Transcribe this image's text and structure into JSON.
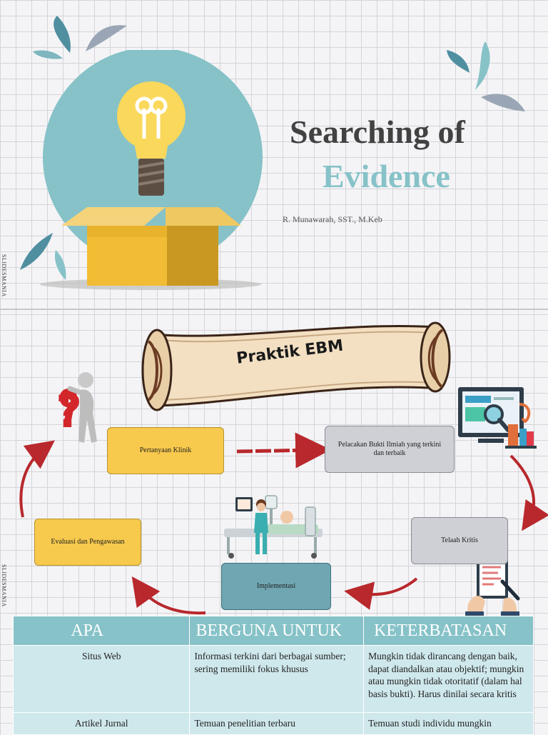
{
  "slide1": {
    "title_line1": "Searching of",
    "title_line2": "Evidence",
    "author": "R. Munawarah, SST., M.Keb",
    "side_label": "SLIDESMANIA"
  },
  "slide2": {
    "banner": "Praktik EBM",
    "side_label": "SLIDESMANIA",
    "nodes": {
      "question": "Pertanyaan Klinik",
      "search": "Pelacakan Bukti Ilmiah yang terkini dan terbaik",
      "appraisal": "Telaah Kritis",
      "implementation": "Implementasi",
      "evaluation": "Evaluasi dan Pengawasan"
    }
  },
  "table": {
    "headers": [
      "APA",
      "BERGUNA UNTUK",
      "KETERBATASAN"
    ],
    "rows": [
      [
        "Situs Web",
        "Informasi terkini dari berbagai sumber; sering memiliki fokus khusus",
        "Mungkin tidak dirancang dengan baik, dapat diandalkan atau objektif; mungkin atau mungkin tidak otoritatif (dalam hal basis bukti). Harus dinilai secara kritis"
      ],
      [
        "Artikel Jurnal",
        "Temuan penelitian terbaru",
        "Temuan studi individu mungkin"
      ]
    ]
  },
  "colors": {
    "accent_teal": "#86c2c8",
    "title_dark": "#424242",
    "node_yellow": "#f7c94c",
    "node_grey": "#cfd0d6",
    "node_teal": "#6fa6b2",
    "arrow_red": "#b8282c"
  }
}
